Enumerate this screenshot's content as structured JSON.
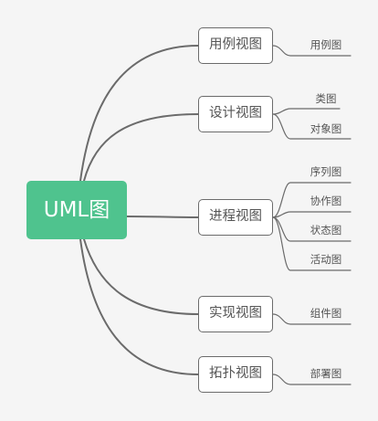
{
  "diagram": {
    "root": "UML图",
    "branches": [
      {
        "label": "用例视图",
        "children": [
          "用例图"
        ]
      },
      {
        "label": "设计视图",
        "children": [
          "类图",
          "对象图"
        ]
      },
      {
        "label": "进程视图",
        "children": [
          "序列图",
          "协作图",
          "状态图",
          "活动图"
        ]
      },
      {
        "label": "实现视图",
        "children": [
          "组件图"
        ]
      },
      {
        "label": "拓扑视图",
        "children": [
          "部署图"
        ]
      }
    ]
  },
  "colors": {
    "background": "#f5f5f5",
    "root_fill": "#4fc38e",
    "root_text": "#ffffff",
    "connector": "#6b6b6b",
    "node_text": "#555555"
  }
}
